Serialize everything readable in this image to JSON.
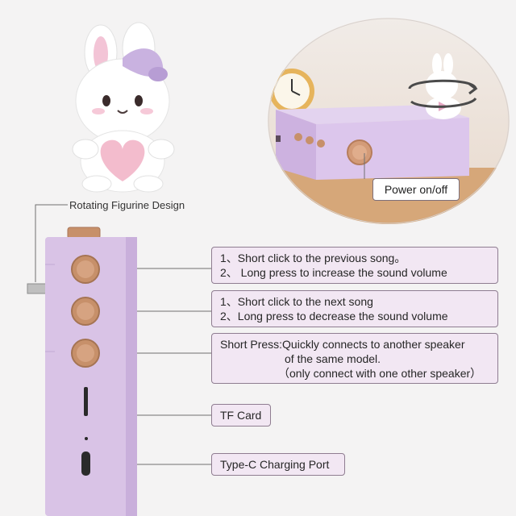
{
  "callouts": {
    "figurine": "Rotating Figurine Design",
    "power": "Power on/off"
  },
  "boxes": {
    "previous": {
      "line1_num": "1、",
      "line1_text": "Short click to the previous song。",
      "line2_num": "2、",
      "line2_text": " Long press to increase the sound volume"
    },
    "next": {
      "line1_num": "1、",
      "line1_text": "Short click to the next song",
      "line2_num": "2、",
      "line2_text": "Long press to decrease the sound volume"
    },
    "connect": {
      "line1": "Short Press:Quickly connects to another speaker",
      "line2": "of the same model.",
      "line3": "（only connect with one other speaker）"
    },
    "tf_card": "TF Card",
    "type_c": "Type-C Charging Port"
  },
  "colors": {
    "device_body": "#d9c3e6",
    "button_copper": "#c7906a",
    "box_fill": "#f2e7f3",
    "background": "#f4f3f3"
  },
  "icons": {
    "figurine": "bunny-figurine-icon",
    "rotation": "rotation-arrow-icon",
    "clock": "alarm-clock-icon"
  }
}
